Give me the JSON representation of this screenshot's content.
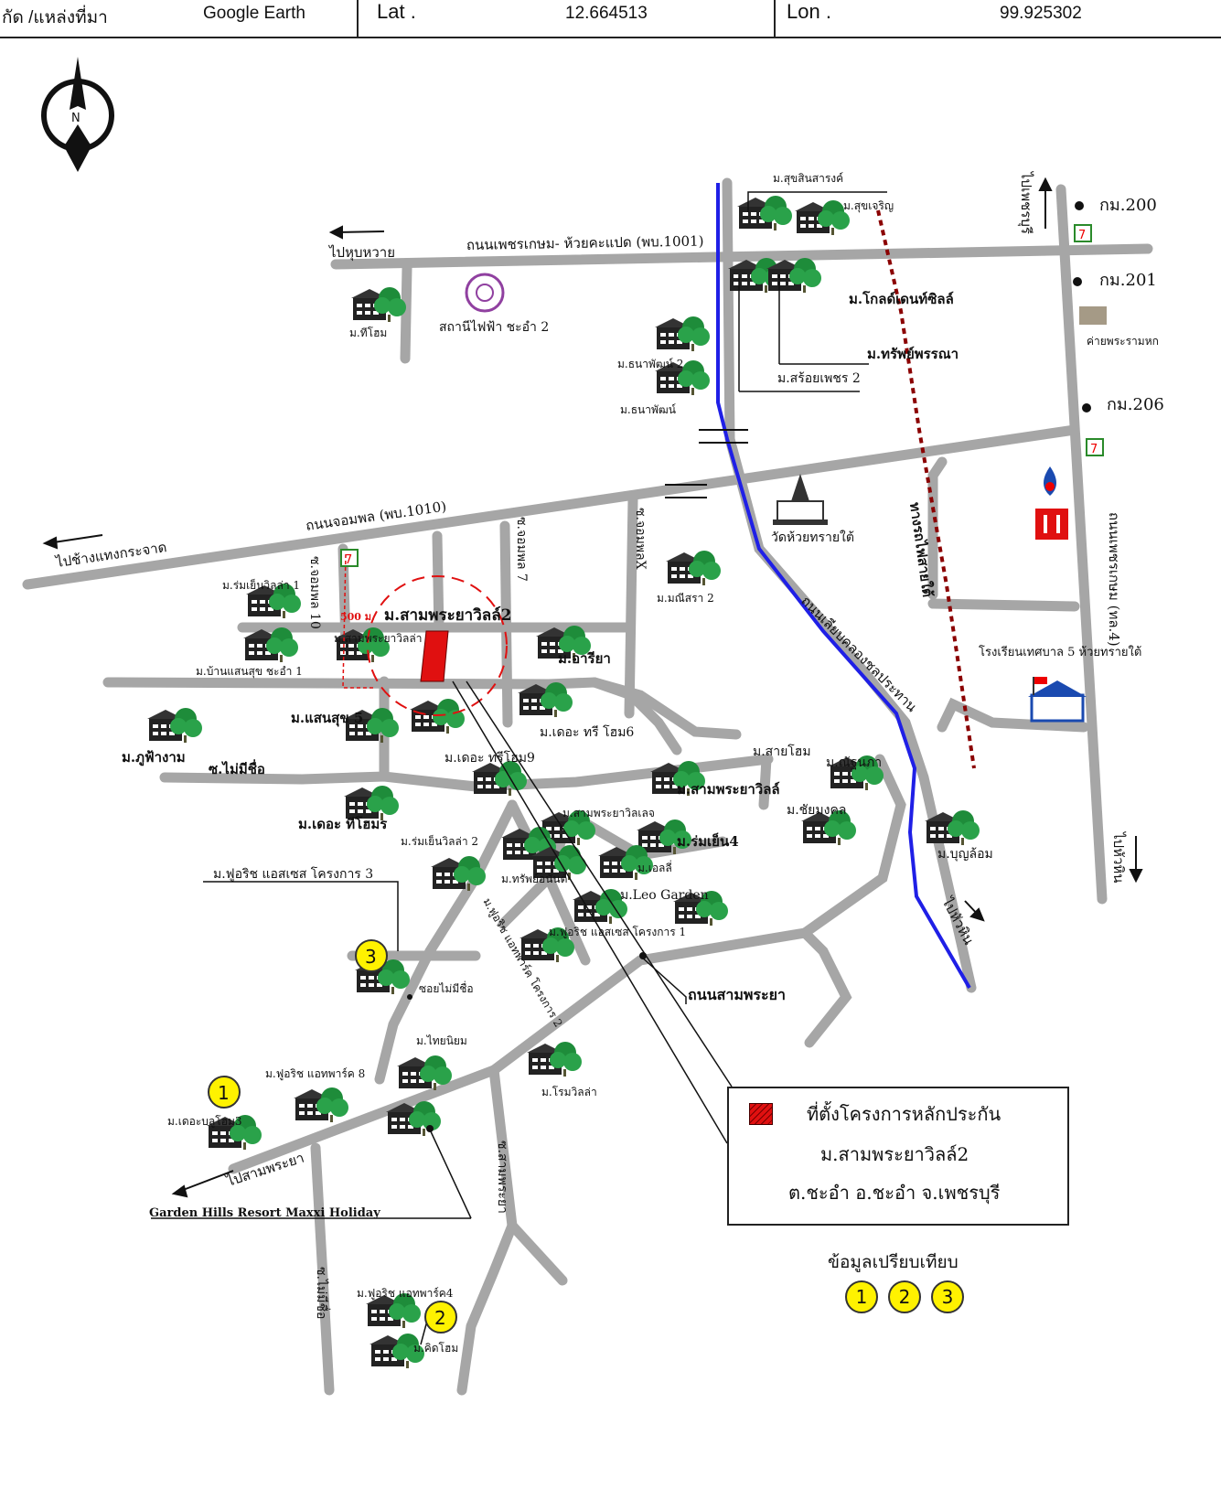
{
  "header": {
    "source_label": "กัด /แหล่งที่มา",
    "source_value": "Google Earth",
    "lat_label": "Lat .",
    "lat_value": "12.664513",
    "lon_label": "Lon .",
    "lon_value": "99.925302"
  },
  "compass": {
    "icon": "north-arrow-icon",
    "letter": "N"
  },
  "colors": {
    "road": "#a6a6a6",
    "canal": "#1f1fe6",
    "rail": "#8b0000",
    "subject": "#e01010",
    "marker": "#fff200"
  },
  "roads": {
    "phetkasem_huaykhapet": "ถนนเพชรเกษม- ห้วยคะแปด (พบ.1001)",
    "chom_phon": "ถนนจอมพล (พบ.1010)",
    "liap_khlong": "ถนนเลียบคลองชลประทาน",
    "phetkasem_4": "ถนนเพชรเกษม (ทล.4)",
    "sam_phraya": "ถนนสามพระยา",
    "railway": "ทางรถไฟสายใต้",
    "chomphon_10": "ซ.จอมพล 10",
    "chomphon_7": "ซ.จอมพล 7",
    "chomphon_x": "ซ.จอมพลX",
    "sam_phraya_soi": "ซ.สามพระยา",
    "soi_no_name": "ซ.ไม่มีชื่อ",
    "soi_no_name_2": "ซอยไม่มีชื่อ",
    "soi_no_name_3": "ซ.ไม่มีชื่อ"
  },
  "directions": {
    "to_huai_sai": "ไปหุบหวาย",
    "to_chang_phaeng": "ไปช้างแทงกระจาด",
    "to_phetchaburi": "ไปเพชรบุรี",
    "to_hua_hin": "ไปหัวหิน",
    "to_hua_hin_2": "ไปหัวหิน",
    "to_sam_phraya": "ไปสามพระยา"
  },
  "km_markers": [
    "กม.200",
    "กม.201",
    "กม.206"
  ],
  "landmarks": {
    "power_station": "สถานีไฟฟ้า ชะอำ 2",
    "temple": "วัดห้วยทรายใต้",
    "camp": "ค่ายพระรามหก",
    "school": "โรงเรียนเทศบาล 5 ห้วยทรายใต้",
    "resort": "Garden Hills Resort Maxxi Holiday"
  },
  "villages": [
    "ม.สุขสินสารงค์",
    "ม.สุขเจริญ",
    "ม.ทีโฮม",
    "ม.โกลด์เดนท์ซิลล์",
    "ม.ทรัพย์พรรณา",
    "ม.สร้อยเพชร 2",
    "ม.ธนาพัฒน์ 2",
    "ม.ธนาพัฒน์",
    "ม.ร่มเย็นวิลล่า 1",
    "ม.บ้านแสนสุข ชะอำ 1",
    "ม.สามพระยาวิลล่า",
    "ม.แสนสุข 5",
    "ม.ภูฟ้างาม",
    "ม.เดอะ ทีโฮมร",
    "ม.ร่มเย็นวิลล่า 2",
    "ม.ฟูอริช แอสเซส โครงการ 3",
    "ม.มณีสรา 2",
    "ม.อารียา",
    "ม.เดอะ ทรี โฮม6",
    "ม.เดอะ ทรีโฮม9",
    "ม.สามพระยาวิลล์",
    "ม.สามพระยาวิลเลจ",
    "ม.ร่มเย็น4",
    "ม.ทรัพย์อนันต์",
    "ม.เอลลี่",
    "ม.Leo Garden",
    "ม.ฟูอริช แอสเซส โครงการ 1",
    "ม.สายโฮม",
    "ม.ณัฐนภา",
    "ม.ชัยมงคล",
    "ม.บุญล้อม",
    "ม.ไทยนิยม",
    "ม.ฟูอริช แอทพาร์ค โครงการ 2",
    "ม.โรมวิลล่า",
    "ม.ฟูอริช แอทพาร์ค 8",
    "ม.เดอะบลูโฮม3",
    "ม.ฟูอริช แอทพาร์ค4",
    "ม.คิดโฮม"
  ],
  "subject": {
    "label": "ม.สามพระยาวิลล์2",
    "radius_label": "500 ม."
  },
  "legend": {
    "title": "ที่ตั้งโครงการหลักประกัน",
    "project": "ม.สามพระยาวิลล์2",
    "address": "ต.ชะอำ อ.ชะอำ จ.เพชรบุรี"
  },
  "comparison": {
    "title": "ข้อมูลเปรียบเทียบ",
    "markers": [
      "1",
      "2",
      "3"
    ]
  }
}
